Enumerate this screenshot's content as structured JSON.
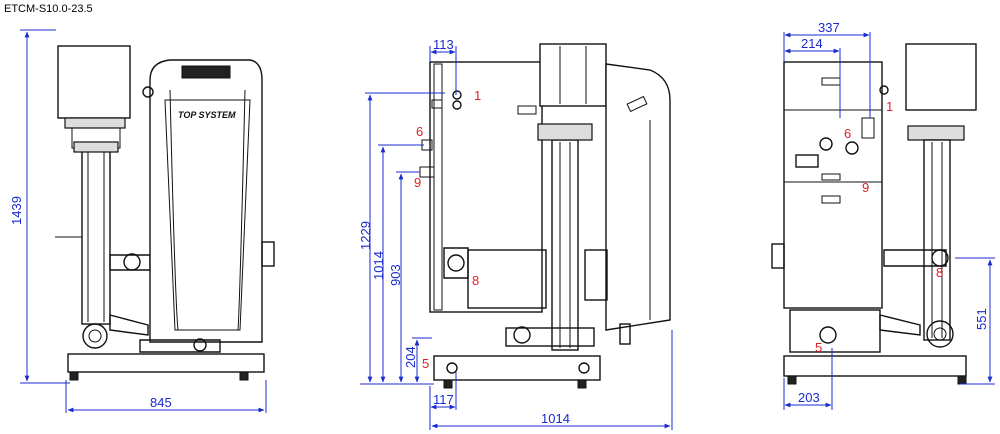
{
  "model_code": "ETCM-S10.0-23.5",
  "front_view": {
    "height_dim": "1439",
    "width_dim": "845",
    "cabinet_brand": "TOP SYSTEM"
  },
  "side_view": {
    "dims": {
      "top_offset": "113",
      "overall_height": "1229",
      "h1014": "1014",
      "h903": "903",
      "h204": "204",
      "bottom_offset": "117",
      "overall_depth": "1014"
    },
    "callouts": [
      "1",
      "6",
      "9",
      "8",
      "5"
    ]
  },
  "rear_view": {
    "dims": {
      "top_outer": "337",
      "top_inner": "214",
      "right_height": "551",
      "bottom": "203"
    },
    "callouts": [
      "1",
      "6",
      "9",
      "8",
      "5"
    ]
  }
}
